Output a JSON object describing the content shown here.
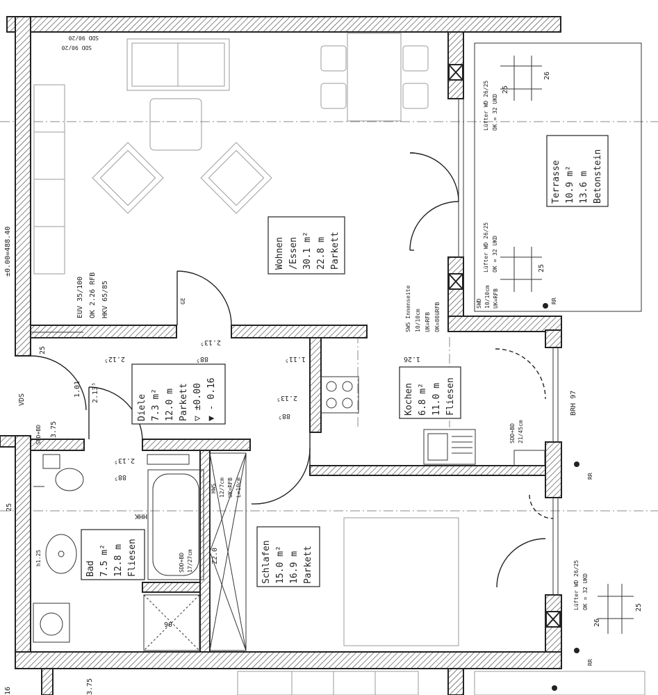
{
  "rooms": {
    "wohnen": {
      "line1": "Wohnen",
      "line2": "/Essen",
      "line3": "30.1 m²",
      "line4": "22.8 m",
      "line5": "Parkett"
    },
    "terrasse": {
      "line1": "Terrasse",
      "line2": "10.9 m²",
      "line3": "13.6 m",
      "line4": "Betonstein"
    },
    "kochen": {
      "line1": "Kochen",
      "line2": "6.8 m²",
      "line3": "11.0 m",
      "line4": "Fliesen"
    },
    "diele": {
      "line1": "Diele",
      "line2": "7.3 m²",
      "line3": "12.0 m",
      "line4": "Parkett",
      "line5": "▽ ±0.00",
      "line6": "▼ - 0.16"
    },
    "bad": {
      "line1": "Bad",
      "line2": "7.5 m²",
      "line3": "12.8 m",
      "line4": "Fliesen"
    },
    "schlafen": {
      "line1": "Schlafen",
      "line2": "15.0 m²",
      "line3": "16.9 m",
      "line4": "Parkett"
    }
  },
  "labels": {
    "elevation": "±0.00=488.40",
    "euv1": "EUV 35/100",
    "euv2": "OK 2.26 RFB",
    "euv3": "HKV 65/85",
    "ge": "GE",
    "dim_2135": "2.13⁵",
    "dim_88": "88⁵",
    "dim_111": "1.11⁵",
    "dim_126": "1.26",
    "dim_2125": "2.12⁵",
    "dim_101": "1.01",
    "dim_375": "3.75",
    "dim_25": "25",
    "dim_26": "26",
    "dim_16": "16",
    "dim_h125": "h1.25",
    "vds": "VDS",
    "sdd": "SDD+BD",
    "sdd_top1": "SDD 90/20",
    "sdd_top2": "SDD 90/20",
    "brh": "BRH 97",
    "rr": "RR",
    "hhk": "HHK",
    "luefter1a": "Lüfter WD 26/25",
    "luefter1b": "OK = 32 UKD",
    "luefter2a": "Lüfter WD 26/25",
    "luefter2b": "OK = 32 UKD",
    "luefter3a": "Lüfter WD 26/25",
    "luefter3b": "OK = 32 UKD",
    "sws1": "SWS Innenseite",
    "sws2": "10/10cm",
    "sws3": "UK=RFB",
    "sws4": "OK=80üRFB",
    "swd1": "SWD",
    "swd2": "10/10cm",
    "swd3": "UK=RFB",
    "sdd_kitchen1": "SDD+BD",
    "sdd_kitchen2": "21/45cm",
    "bath_sdd1": "SDD+BD",
    "bath_sdd2": "17/27cm",
    "hws": "HWS",
    "hws2": "12/7cm",
    "hws3": "UK=RFB",
    "hws4": "L=10cm",
    "z20": "Z2.0",
    "shower": "90"
  }
}
